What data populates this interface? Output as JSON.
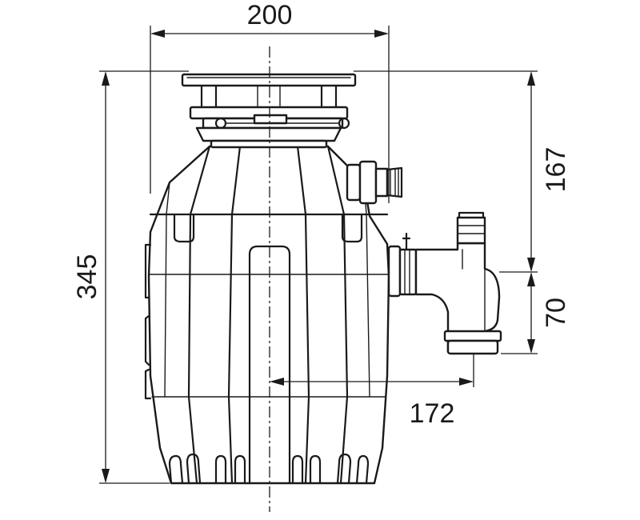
{
  "dimensions": {
    "width_top": "200",
    "total_height": "345",
    "inlet_height": "167",
    "outlet_offset": "70",
    "outlet_reach": "172"
  }
}
